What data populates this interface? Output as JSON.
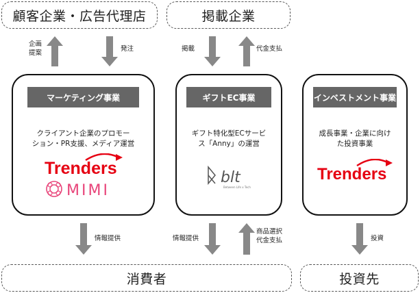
{
  "top": {
    "clients": "顧客企業・広告代理店",
    "publishers": "掲載企業"
  },
  "bottom": {
    "consumers": "消費者",
    "investees": "投資先"
  },
  "arrows": {
    "plan_proposal": [
      "企画",
      "提案"
    ],
    "order": "発注",
    "posting": "掲載",
    "payment": "代金支払",
    "info1": "情報提供",
    "info2": "情報提供",
    "select_pay": [
      "商品選択",
      "代金支払"
    ],
    "investment": "投資"
  },
  "segments": {
    "marketing": {
      "title": "マーケティング事業",
      "desc": [
        "クライアント企業のプロモー",
        "ション・PR支援、メディア運営"
      ],
      "logos": [
        "Trenders",
        "MIMI"
      ]
    },
    "gift": {
      "title": "ギフトEC事業",
      "desc": [
        "ギフト特化型ECサービ",
        "ス「Anny」の運営"
      ],
      "logos": [
        "blt",
        "Between Life x Tech"
      ]
    },
    "invest": {
      "title": "インベストメント事業",
      "desc": [
        "成長事業・企業に向け",
        "た投資事業"
      ],
      "logos": [
        "Trenders"
      ]
    }
  },
  "colors": {
    "arrow": "#888888",
    "header": "#666666",
    "brand_red": "#e60012",
    "mimi_pink": "#e8457a",
    "blt_gray": "#555555"
  }
}
